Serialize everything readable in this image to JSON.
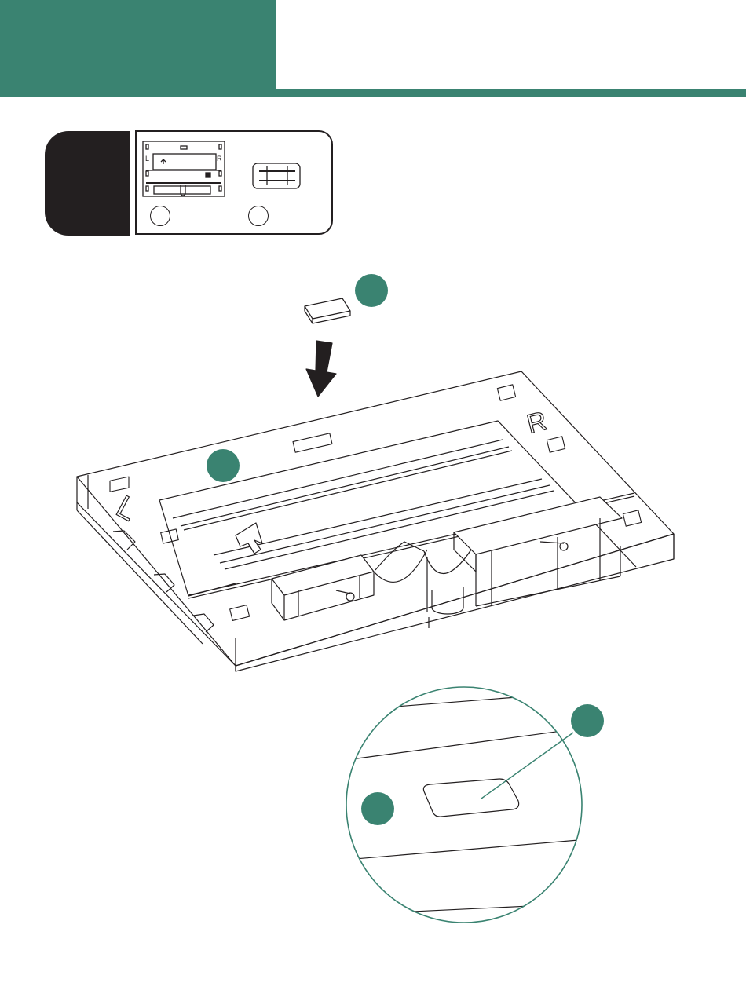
{
  "colors": {
    "accent": "#3a8371",
    "ink": "#231f20",
    "background": "#ffffff"
  },
  "header": {
    "step_number": "",
    "title": ""
  },
  "parts_list": {
    "items": [
      {
        "icon": "base-frame-icon",
        "callout_label": ""
      },
      {
        "icon": "pad-icon",
        "callout_label": ""
      }
    ]
  },
  "main_illustration": {
    "base_letters": {
      "left": "L",
      "right": "R"
    },
    "callouts": [
      {
        "target": "pad",
        "label": ""
      },
      {
        "target": "base-frame",
        "label": ""
      }
    ]
  },
  "detail_view": {
    "callouts": [
      {
        "target": "pad",
        "label": ""
      },
      {
        "target": "base-frame",
        "label": ""
      }
    ]
  }
}
